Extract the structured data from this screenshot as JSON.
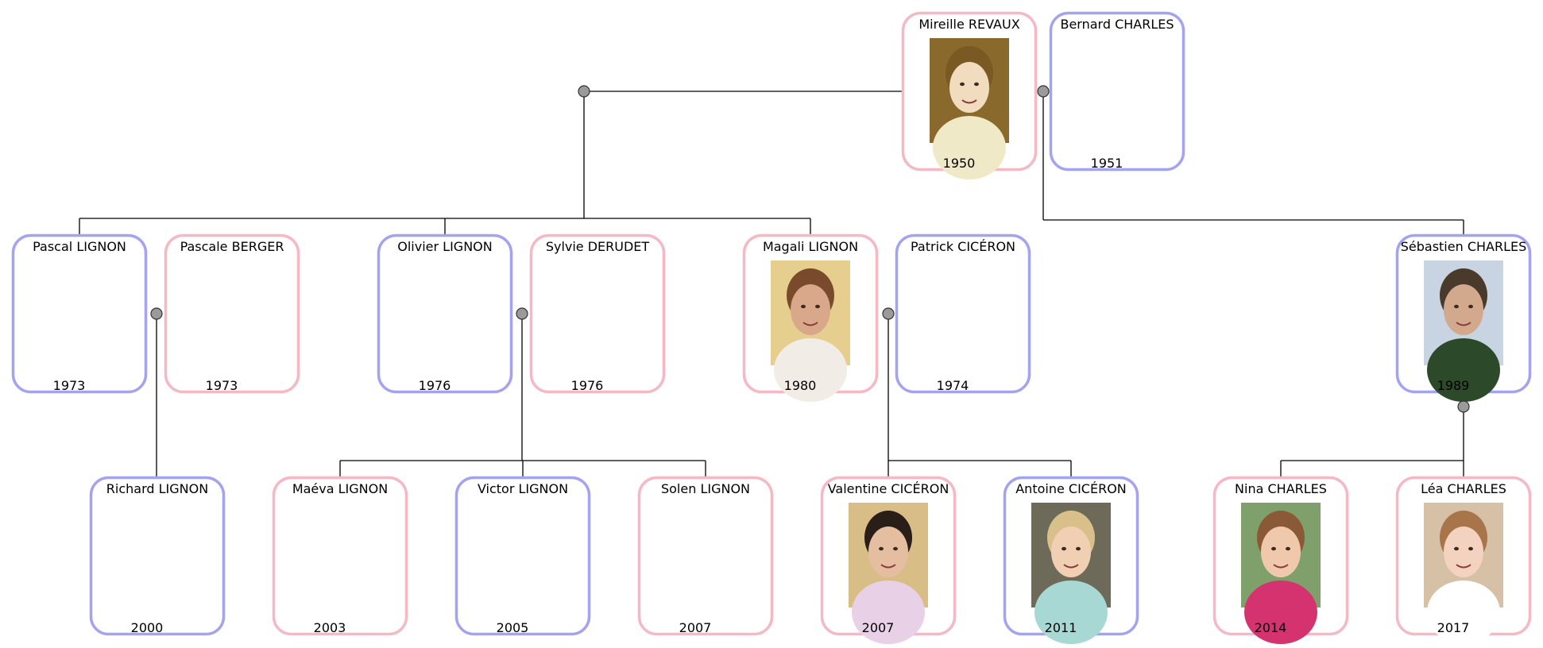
{
  "colors": {
    "male_border": "#a3a3f2",
    "female_border": "#f5b8c4",
    "connector": "#000000",
    "node_dot": "#9a9a9a"
  },
  "people": [
    {
      "id": "mireille",
      "name": "Mireille REVAUX",
      "year": "1950",
      "gender": "female",
      "photo": true
    },
    {
      "id": "bernard",
      "name": "Bernard CHARLES",
      "year": "1951",
      "gender": "male",
      "photo": false
    },
    {
      "id": "pascal",
      "name": "Pascal LIGNON",
      "year": "1973",
      "gender": "male",
      "photo": false
    },
    {
      "id": "pascale",
      "name": "Pascale BERGER",
      "year": "1973",
      "gender": "female",
      "photo": false
    },
    {
      "id": "olivier",
      "name": "Olivier LIGNON",
      "year": "1976",
      "gender": "male",
      "photo": false
    },
    {
      "id": "sylvie",
      "name": "Sylvie DERUDET",
      "year": "1976",
      "gender": "female",
      "photo": false
    },
    {
      "id": "magali",
      "name": "Magali LIGNON",
      "year": "1980",
      "gender": "female",
      "photo": true
    },
    {
      "id": "patrick",
      "name": "Patrick CICÉRON",
      "year": "1974",
      "gender": "male",
      "photo": false
    },
    {
      "id": "sebastien",
      "name": "Sébastien CHARLES",
      "year": "1989",
      "gender": "male",
      "photo": true
    },
    {
      "id": "richard",
      "name": "Richard LIGNON",
      "year": "2000",
      "gender": "male",
      "photo": false
    },
    {
      "id": "maeva",
      "name": "Maéva LIGNON",
      "year": "2003",
      "gender": "female",
      "photo": false
    },
    {
      "id": "victor",
      "name": "Victor LIGNON",
      "year": "2005",
      "gender": "male",
      "photo": false
    },
    {
      "id": "solen",
      "name": "Solen LIGNON",
      "year": "2007",
      "gender": "female",
      "photo": false
    },
    {
      "id": "valentine",
      "name": "Valentine CICÉRON",
      "year": "2007",
      "gender": "female",
      "photo": true
    },
    {
      "id": "antoine",
      "name": "Antoine CICÉRON",
      "year": "2011",
      "gender": "male",
      "photo": true
    },
    {
      "id": "nina",
      "name": "Nina CHARLES",
      "year": "2014",
      "gender": "female",
      "photo": true
    },
    {
      "id": "lea",
      "name": "Léa CHARLES",
      "year": "2017",
      "gender": "female",
      "photo": true
    }
  ],
  "unions": [
    {
      "id": "mireille-first",
      "partners": [
        "mireille"
      ],
      "children": [
        "pascal",
        "olivier",
        "magali"
      ]
    },
    {
      "id": "mireille-bernard",
      "partners": [
        "mireille",
        "bernard"
      ],
      "children": [
        "sebastien"
      ]
    },
    {
      "id": "pascal-pascale",
      "partners": [
        "pascal",
        "pascale"
      ],
      "children": [
        "richard"
      ]
    },
    {
      "id": "olivier-sylvie",
      "partners": [
        "olivier",
        "sylvie"
      ],
      "children": [
        "maeva",
        "victor",
        "solen"
      ]
    },
    {
      "id": "magali-patrick",
      "partners": [
        "magali",
        "patrick"
      ],
      "children": [
        "valentine",
        "antoine"
      ]
    },
    {
      "id": "sebastien-single",
      "partners": [
        "sebastien"
      ],
      "children": [
        "nina",
        "lea"
      ]
    }
  ]
}
